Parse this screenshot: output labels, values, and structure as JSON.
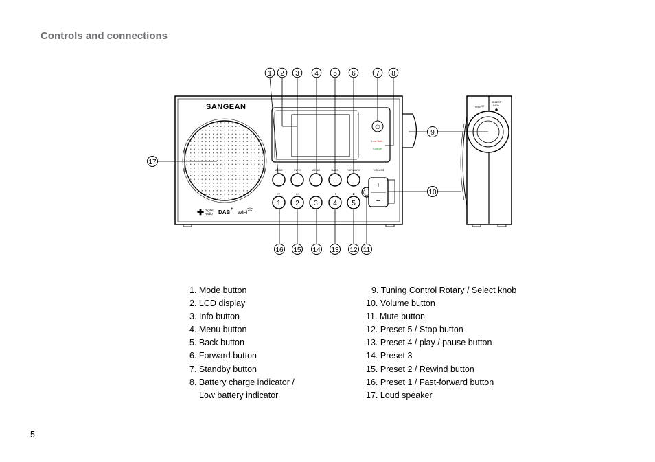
{
  "page": {
    "title": "Controls and connections",
    "page_number": "5"
  },
  "device": {
    "brand": "SANGEAN",
    "buttons_top": [
      "MODE",
      "INFO",
      "MENU",
      "BACK",
      "FORWARD"
    ],
    "volume_label": "VOLUME",
    "preset_numbers": [
      "1",
      "2",
      "3",
      "4",
      "5"
    ],
    "volume_plus": "+",
    "volume_minus": "−",
    "low_batt": "Low Batt.",
    "charge": "Charge",
    "digital_radio": [
      "Digital",
      "Radio"
    ],
    "dab": "DAB",
    "wifi": "WiFi",
    "side_tuning": "TUNING",
    "side_select": [
      "SELECT",
      "INFO"
    ]
  },
  "callouts": {
    "top": [
      "1",
      "2",
      "3",
      "4",
      "5",
      "6",
      "7",
      "8"
    ],
    "bottom": [
      "16",
      "15",
      "14",
      "13",
      "12",
      "11"
    ],
    "left": "17",
    "right": [
      "9",
      "10"
    ]
  },
  "legend": {
    "left": [
      "1. Mode button",
      "2. LCD display",
      "3. Info button",
      "4. Menu button",
      "5. Back button",
      "6. Forward button",
      "7. Standby button",
      "8. Battery charge indicator /",
      "Low battery indicator"
    ],
    "right": [
      "9. Tuning Control Rotary / Select knob",
      "10. Volume button",
      "11. Mute button",
      "12. Preset 5 / Stop button",
      "13. Preset 4 / play / pause button",
      "14. Preset 3",
      "15. Preset 2 / Rewind button",
      "16. Preset 1 / Fast-forward button",
      "17. Loud speaker"
    ]
  },
  "colors": {
    "title": "#6d6e71",
    "low_batt": "#e8262a",
    "charge": "#1a9a3c"
  }
}
